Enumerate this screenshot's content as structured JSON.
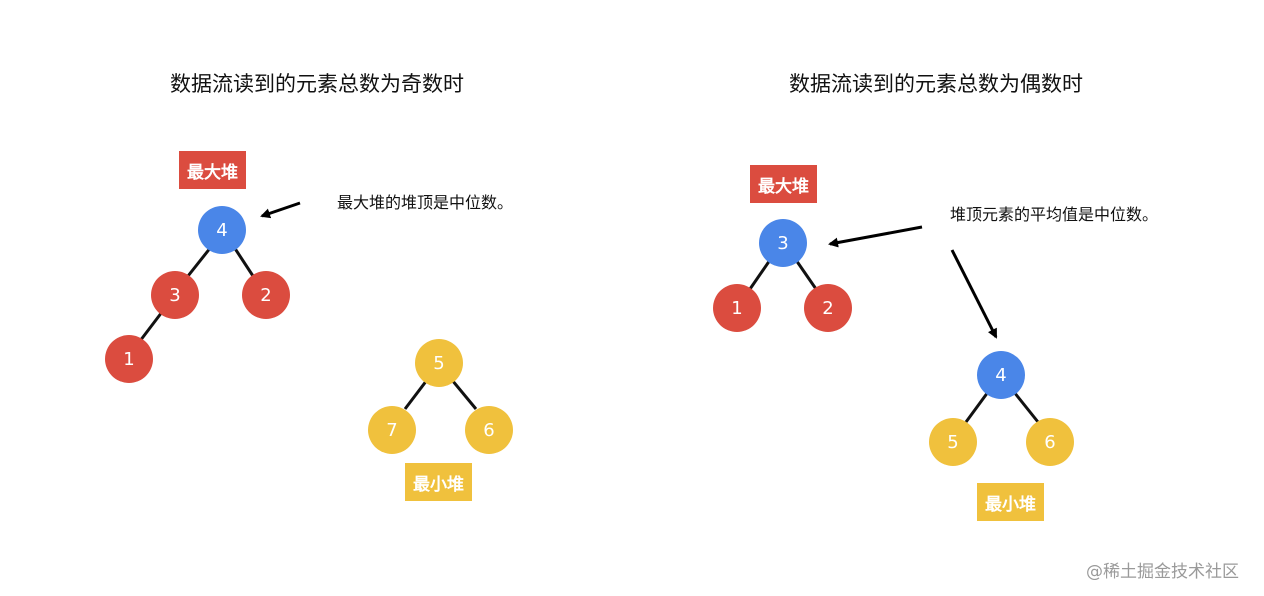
{
  "colors": {
    "max_heap": "#db4c3f",
    "min_heap": "#f0c13d",
    "root": "#4a86e8",
    "edge": "#111111",
    "arrow": "#000000",
    "text": "#111111",
    "watermark": "#9a9a9a"
  },
  "left_panel": {
    "title": "数据流读到的元素总数为奇数时",
    "max_heap_label": "最大堆",
    "min_heap_label": "最小堆",
    "caption": "最大堆的堆顶是中位数。",
    "max_heap_nodes": [
      "4",
      "3",
      "2",
      "1"
    ],
    "min_heap_nodes": [
      "5",
      "7",
      "6"
    ]
  },
  "right_panel": {
    "title": "数据流读到的元素总数为偶数时",
    "max_heap_label": "最大堆",
    "min_heap_label": "最小堆",
    "caption": "堆顶元素的平均值是中位数。",
    "max_heap_nodes": [
      "3",
      "1",
      "2"
    ],
    "min_heap_nodes": [
      "4",
      "5",
      "6"
    ]
  },
  "watermark": "@稀土掘金技术社区"
}
